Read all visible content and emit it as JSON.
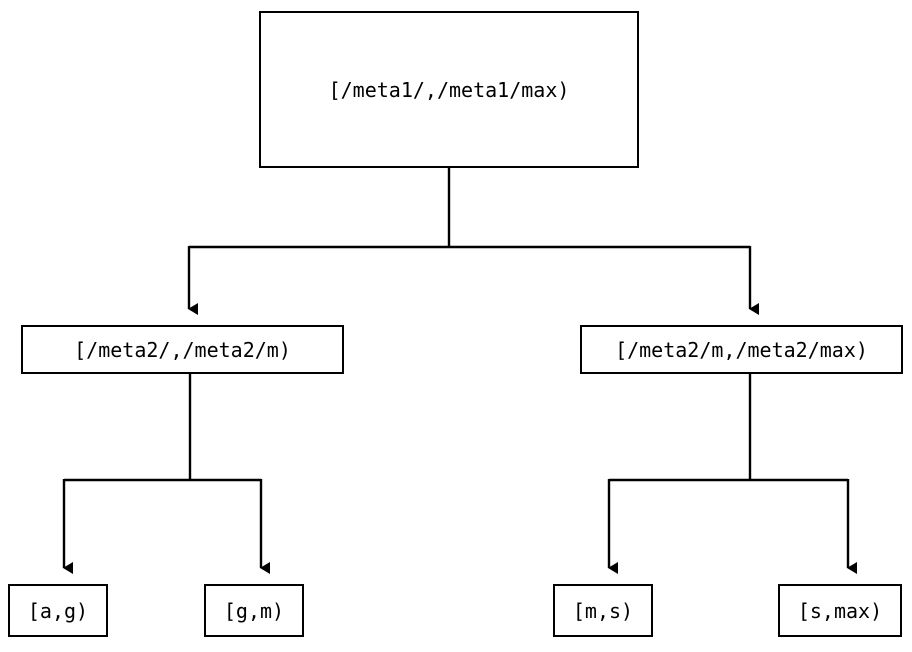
{
  "diagram": {
    "type": "tree",
    "orientation": "top-down",
    "background_color": "#ffffff",
    "stroke_color": "#000000",
    "text_color": "#000000",
    "nodes": {
      "root": {
        "label": "[/meta1/,/meta1/max)"
      },
      "level2": [
        {
          "label": "[/meta2/,/meta2/m)"
        },
        {
          "label": "[/meta2/m,/meta2/max)"
        }
      ],
      "leaves": [
        {
          "label": "[a,g)"
        },
        {
          "label": "[g,m)"
        },
        {
          "label": "[m,s)"
        },
        {
          "label": "[s,max)"
        }
      ]
    },
    "edges": [
      {
        "from": "root",
        "to": "level2.0",
        "arrow": "arrowhead-down-icon"
      },
      {
        "from": "root",
        "to": "level2.1",
        "arrow": "arrowhead-down-icon"
      },
      {
        "from": "level2.0",
        "to": "leaves.0",
        "arrow": "arrowhead-down-icon"
      },
      {
        "from": "level2.0",
        "to": "leaves.1",
        "arrow": "arrowhead-down-icon"
      },
      {
        "from": "level2.1",
        "to": "leaves.2",
        "arrow": "arrowhead-down-icon"
      },
      {
        "from": "level2.1",
        "to": "leaves.3",
        "arrow": "arrowhead-down-icon"
      }
    ]
  }
}
